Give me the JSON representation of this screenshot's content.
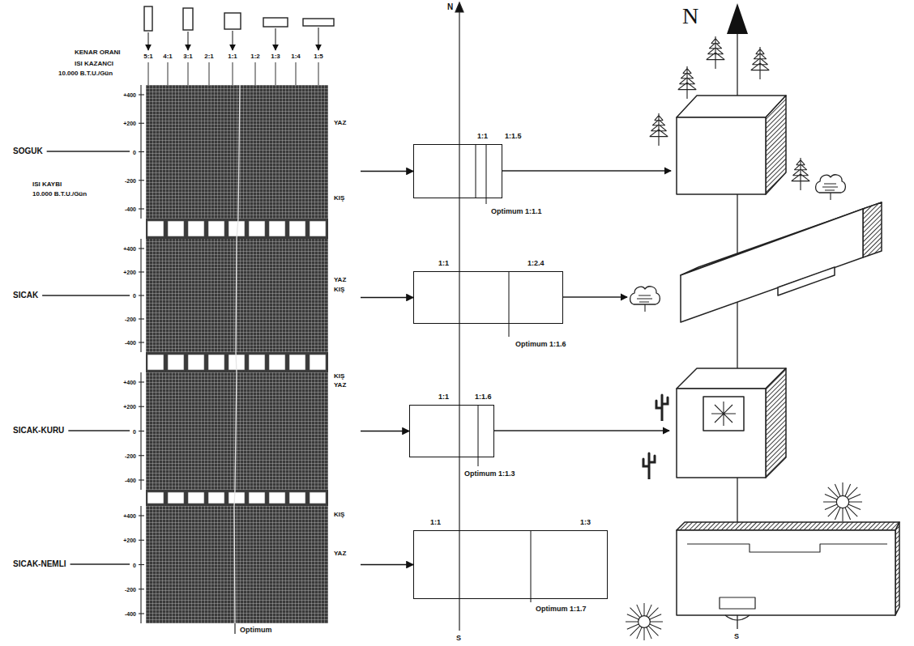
{
  "diagram": {
    "nodes": [
      {
        "text": [
          "YAZ",
          "KIŞ"
        ]
      },
      {
        "text": [
          "YAZ",
          "KIŞ"
        ]
      },
      {
        "text": [
          "KIŞ",
          "YAZ"
        ]
      },
      {
        "text": [
          "KIŞ",
          "YAZ"
        ]
      },
      {
        "text": [
          "1:1",
          "1:1.5",
          "Optimum 1:1.1"
        ]
      },
      {
        "text": [
          "1:1",
          "1:2.4",
          "Optimum 1:1.6"
        ]
      },
      {
        "text": [
          "1:1",
          "1:1.6",
          "Optimum 1:1.3"
        ]
      },
      {
        "text": [
          "1:1",
          "1:3",
          "Optimum 1:1.7"
        ]
      }
    ],
    "edges": [
      {
        "from": 0,
        "to": 4,
        "arrow": "to"
      },
      {
        "from": 1,
        "to": 5,
        "arrow": "to"
      },
      {
        "from": 2,
        "to": 6,
        "arrow": "to"
      },
      {
        "from": 3,
        "to": 7,
        "arrow": "to"
      }
    ],
    "labels": [
      "KENAR ORANI",
      "ISI KAZANCI",
      "10.000 B.T.U./Gün",
      "5:1",
      "4:1",
      "3:1",
      "2:1",
      "1:1",
      "1:2",
      "1:3",
      "1:4",
      "1:5",
      "ISI KAYBI",
      "10.000 B.T.U./Gün",
      "SOGUK",
      "SICAK",
      "SICAK-KURU",
      "SICAK-NEMLI",
      "+400",
      "+200",
      "0",
      "-200",
      "-400",
      "+400",
      "+200",
      "0",
      "-200",
      "-400",
      "+400",
      "+200",
      "0",
      "-200",
      "-400",
      "+400",
      "+200",
      "0",
      "-200",
      "-400",
      "Optimum",
      "N",
      "S",
      "N",
      "S"
    ]
  }
}
